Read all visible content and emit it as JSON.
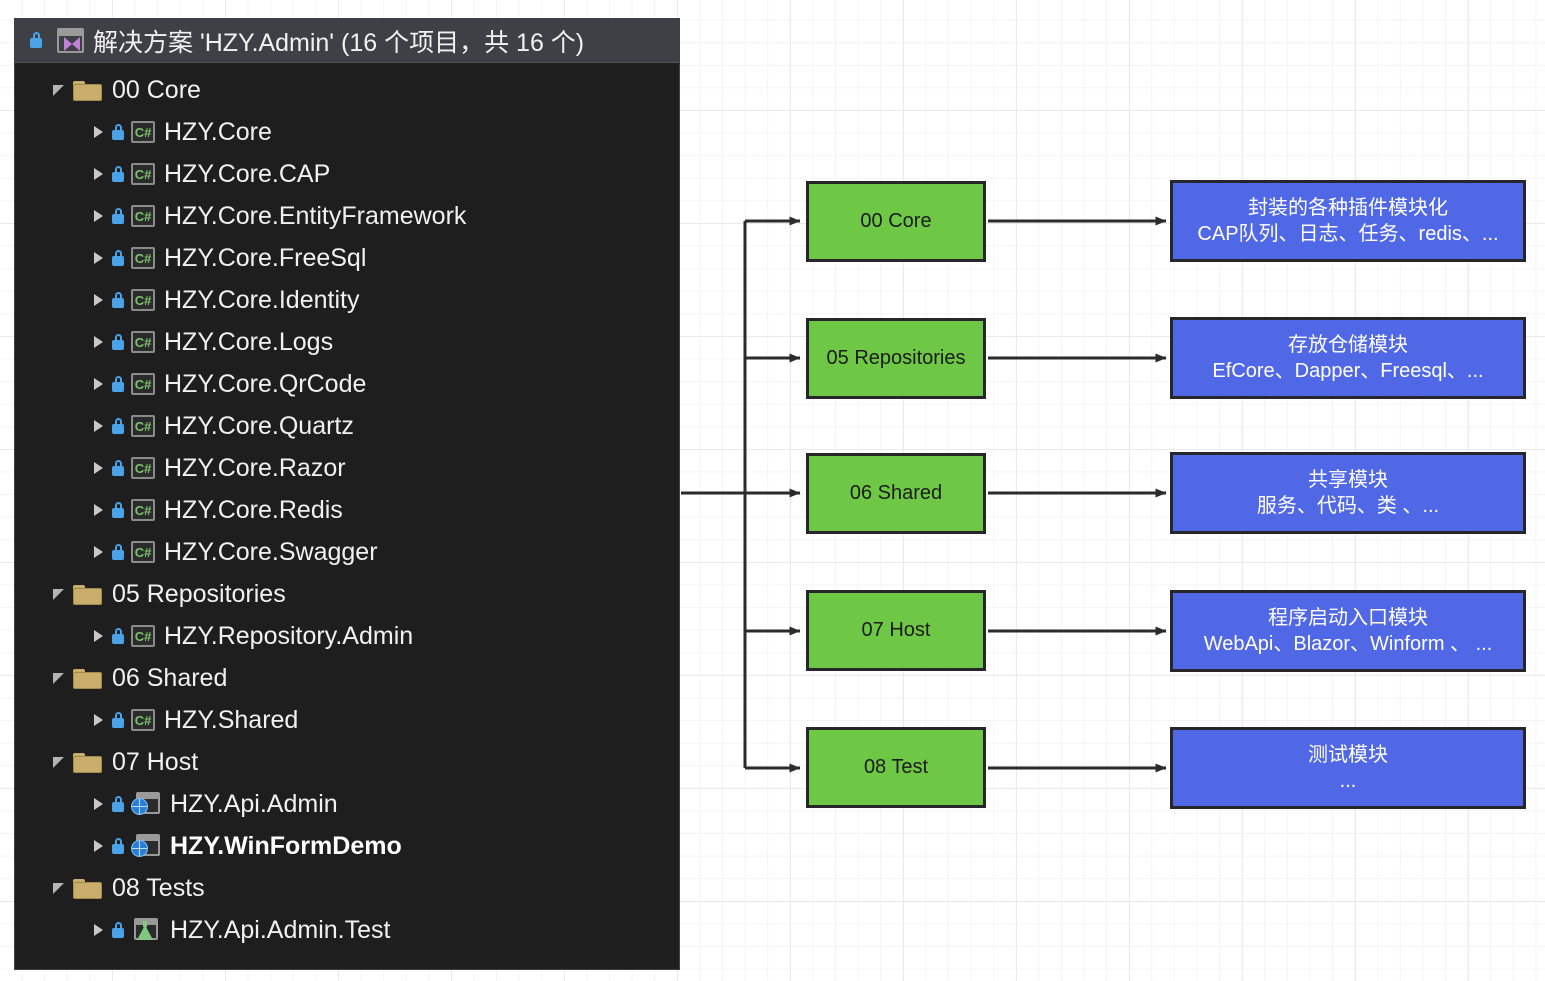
{
  "solution_explorer": {
    "header": {
      "lock_icon": "lock-icon",
      "solution_icon": "visual-studio-solution-icon",
      "title": "解决方案 'HZY.Admin' (16 个项目，共 16 个)"
    },
    "tree": [
      {
        "label": "00 Core",
        "level": 1,
        "kind": "folder",
        "expander": "open",
        "locked": false,
        "bold": false
      },
      {
        "label": "HZY.Core",
        "level": 2,
        "kind": "csharp",
        "expander": "closed",
        "locked": true,
        "bold": false
      },
      {
        "label": "HZY.Core.CAP",
        "level": 2,
        "kind": "csharp",
        "expander": "closed",
        "locked": true,
        "bold": false
      },
      {
        "label": "HZY.Core.EntityFramework",
        "level": 2,
        "kind": "csharp",
        "expander": "closed",
        "locked": true,
        "bold": false
      },
      {
        "label": "HZY.Core.FreeSql",
        "level": 2,
        "kind": "csharp",
        "expander": "closed",
        "locked": true,
        "bold": false
      },
      {
        "label": "HZY.Core.Identity",
        "level": 2,
        "kind": "csharp",
        "expander": "closed",
        "locked": true,
        "bold": false
      },
      {
        "label": "HZY.Core.Logs",
        "level": 2,
        "kind": "csharp",
        "expander": "closed",
        "locked": true,
        "bold": false
      },
      {
        "label": "HZY.Core.QrCode",
        "level": 2,
        "kind": "csharp",
        "expander": "closed",
        "locked": true,
        "bold": false
      },
      {
        "label": "HZY.Core.Quartz",
        "level": 2,
        "kind": "csharp",
        "expander": "closed",
        "locked": true,
        "bold": false
      },
      {
        "label": "HZY.Core.Razor",
        "level": 2,
        "kind": "csharp",
        "expander": "closed",
        "locked": true,
        "bold": false
      },
      {
        "label": "HZY.Core.Redis",
        "level": 2,
        "kind": "csharp",
        "expander": "closed",
        "locked": true,
        "bold": false
      },
      {
        "label": "HZY.Core.Swagger",
        "level": 2,
        "kind": "csharp",
        "expander": "closed",
        "locked": true,
        "bold": false
      },
      {
        "label": "05 Repositories",
        "level": 1,
        "kind": "folder",
        "expander": "open",
        "locked": false,
        "bold": false
      },
      {
        "label": "HZY.Repository.Admin",
        "level": 2,
        "kind": "csharp",
        "expander": "closed",
        "locked": true,
        "bold": false
      },
      {
        "label": "06 Shared",
        "level": 1,
        "kind": "folder",
        "expander": "open",
        "locked": false,
        "bold": false
      },
      {
        "label": "HZY.Shared",
        "level": 2,
        "kind": "csharp",
        "expander": "closed",
        "locked": true,
        "bold": false
      },
      {
        "label": "07 Host",
        "level": 1,
        "kind": "folder",
        "expander": "open",
        "locked": false,
        "bold": false
      },
      {
        "label": "HZY.Api.Admin",
        "level": 2,
        "kind": "web",
        "expander": "closed",
        "locked": true,
        "bold": false
      },
      {
        "label": "HZY.WinFormDemo",
        "level": 2,
        "kind": "web",
        "expander": "closed",
        "locked": true,
        "bold": true
      },
      {
        "label": "08 Tests",
        "level": 1,
        "kind": "folder",
        "expander": "open",
        "locked": false,
        "bold": false
      },
      {
        "label": "HZY.Api.Admin.Test",
        "level": 2,
        "kind": "test",
        "expander": "closed",
        "locked": true,
        "bold": false
      }
    ]
  },
  "diagram": {
    "colors": {
      "module_fill": "#6fc845",
      "description_fill": "#5068e6",
      "border": "#26262b",
      "connector": "#2b2b2b",
      "grid_minor": "#f4f4f4",
      "grid_major": "#eaeaea"
    },
    "rows": [
      {
        "module": "00 Core",
        "description_line1": "封装的各种插件模块化",
        "description_line2": "CAP队列、日志、任务、redis、..."
      },
      {
        "module": "05 Repositories",
        "description_line1": "存放仓储模块",
        "description_line2": "EfCore、Dapper、Freesql、..."
      },
      {
        "module": "06 Shared",
        "description_line1": "共享模块",
        "description_line2": "服务、代码、类 、..."
      },
      {
        "module": "07 Host",
        "description_line1": "程序启动入口模块",
        "description_line2": "WebApi、Blazor、Winform 、 ..."
      },
      {
        "module": "08 Test",
        "description_line1": "测试模块",
        "description_line2": "..."
      }
    ]
  }
}
